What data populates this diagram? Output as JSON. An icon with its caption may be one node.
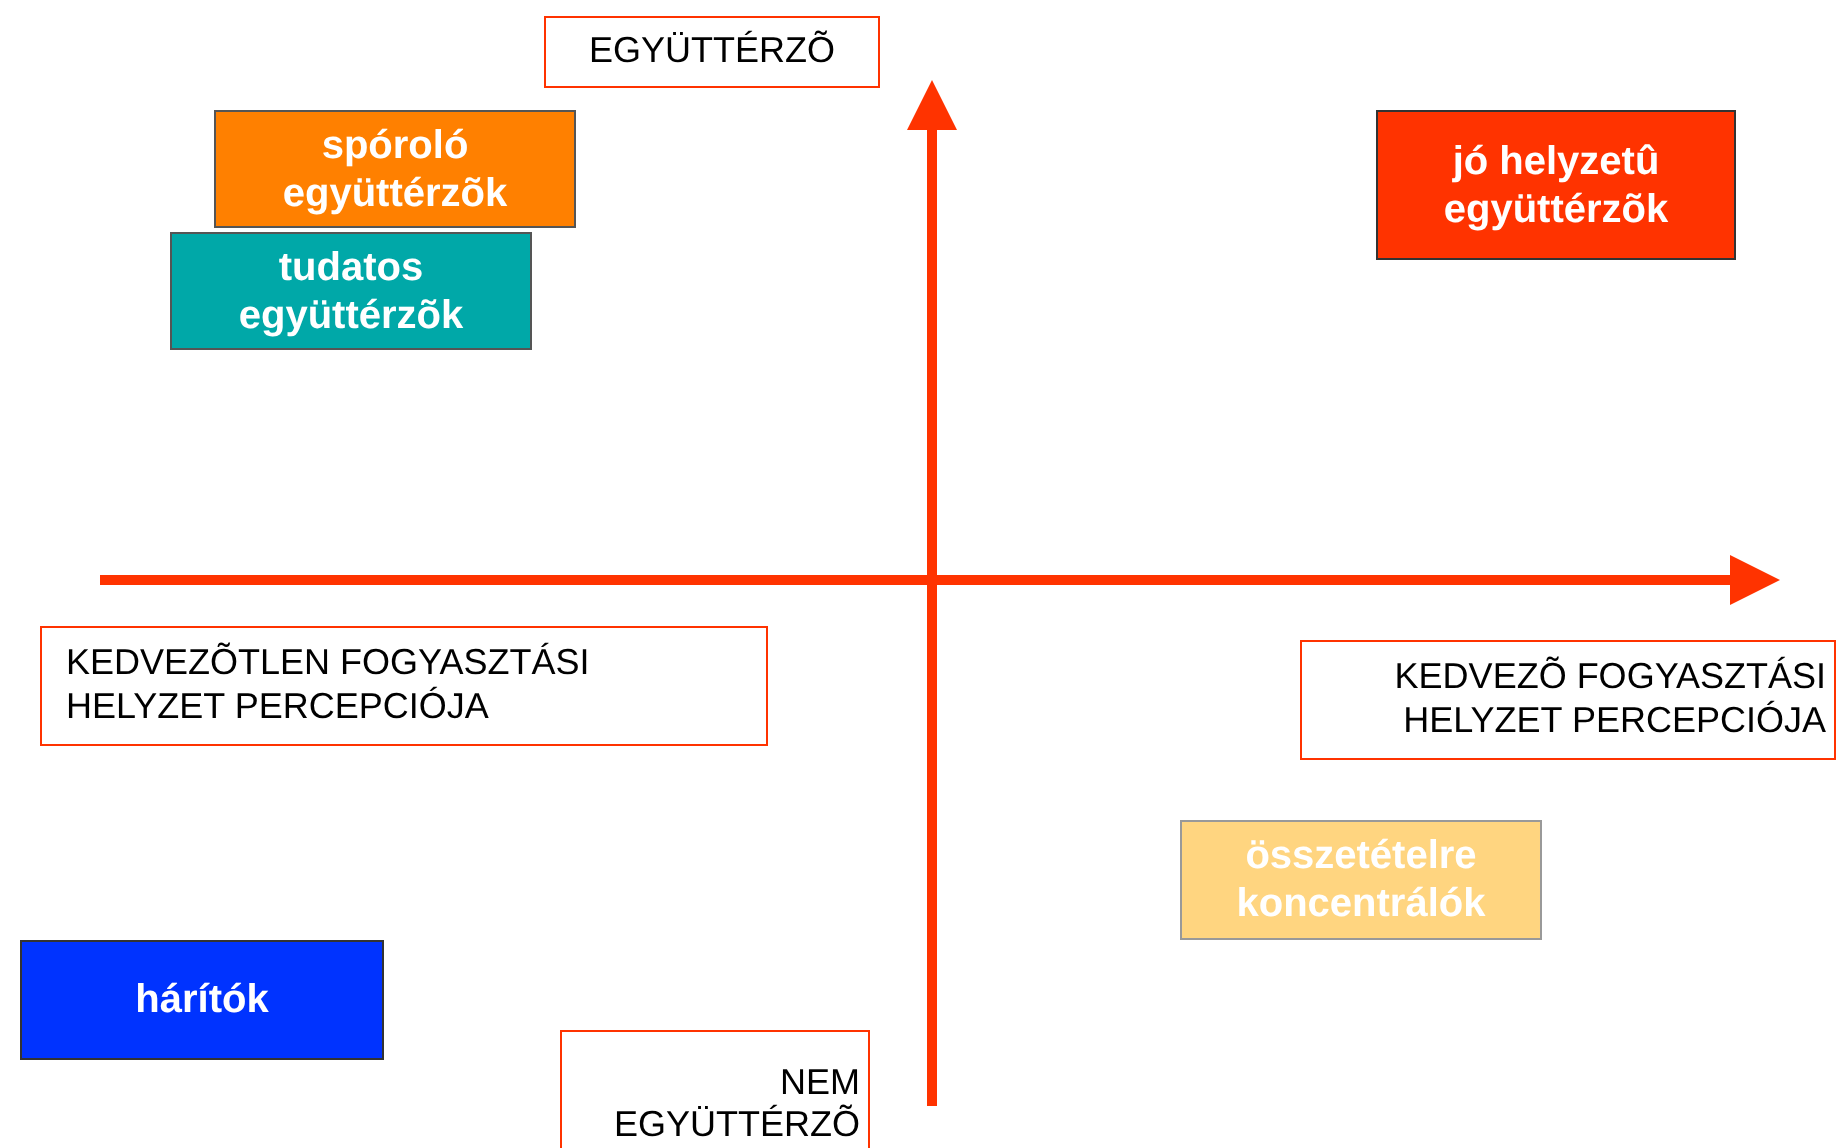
{
  "diagram": {
    "nodes": [
      {
        "text": [
          "EGYÜTTÉRZÕ"
        ]
      },
      {
        "text": [
          "spóroló együttérzõk"
        ]
      },
      {
        "text": [
          "tudatos együttérzõk"
        ]
      },
      {
        "text": [
          "jó helyzetû együttérzõk"
        ]
      },
      {
        "text": [
          "KEDVEZÕTLEN FOGYASZTÁSI HELYZET PERCEPCIÓJA"
        ]
      },
      {
        "text": [
          "KEDVEZÕ FOGYASZTÁSI HELYZET PERCEPCIÓJA"
        ]
      },
      {
        "text": [
          "összetételre koncentrálók"
        ]
      },
      {
        "text": [
          "hárítók"
        ]
      },
      {
        "text": [
          "NEM EGYÜTTÉRZÕ"
        ]
      }
    ]
  }
}
